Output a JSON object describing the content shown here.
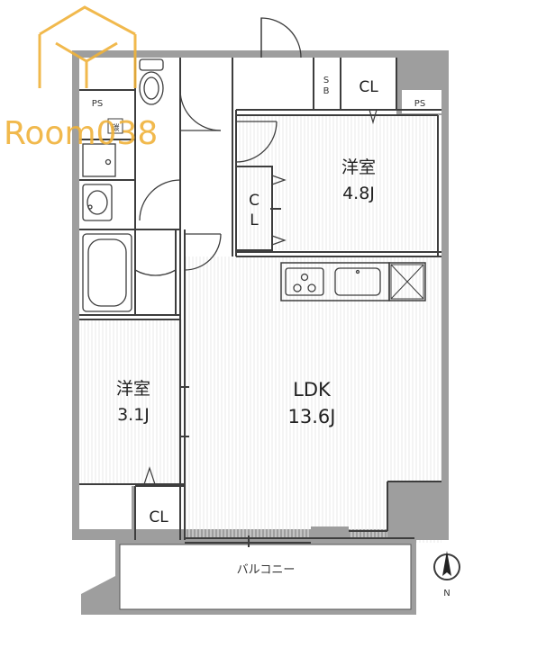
{
  "watermark": {
    "text": "Room038",
    "color": "#f0b23a"
  },
  "colors": {
    "wall": "#9c9c9c",
    "line": "#3a3a3a",
    "floor_line": "#e6e6e6",
    "bg": "#ffffff"
  },
  "rooms": {
    "western_upper": {
      "name": "洋室",
      "size": "4.8J"
    },
    "western_left": {
      "name": "洋室",
      "size": "3.1J"
    },
    "ldk": {
      "name": "LDK",
      "size": "13.6J"
    },
    "balcony": {
      "name": "バルコニー"
    }
  },
  "labels": {
    "cl_top": "CL",
    "cl_bottom": "CL",
    "cl_side_c": "C",
    "cl_side_l": "L",
    "sb": "S\nB",
    "sb_s": "S",
    "sb_b": "B",
    "ps_left": "PS",
    "ps_right": "PS",
    "meter": "碳",
    "north": "N"
  },
  "icons": [
    "house-logo-icon",
    "north-arrow-icon",
    "stove-icon",
    "sink-icon",
    "toilet-icon",
    "bathtub-icon",
    "washbasin-icon"
  ]
}
